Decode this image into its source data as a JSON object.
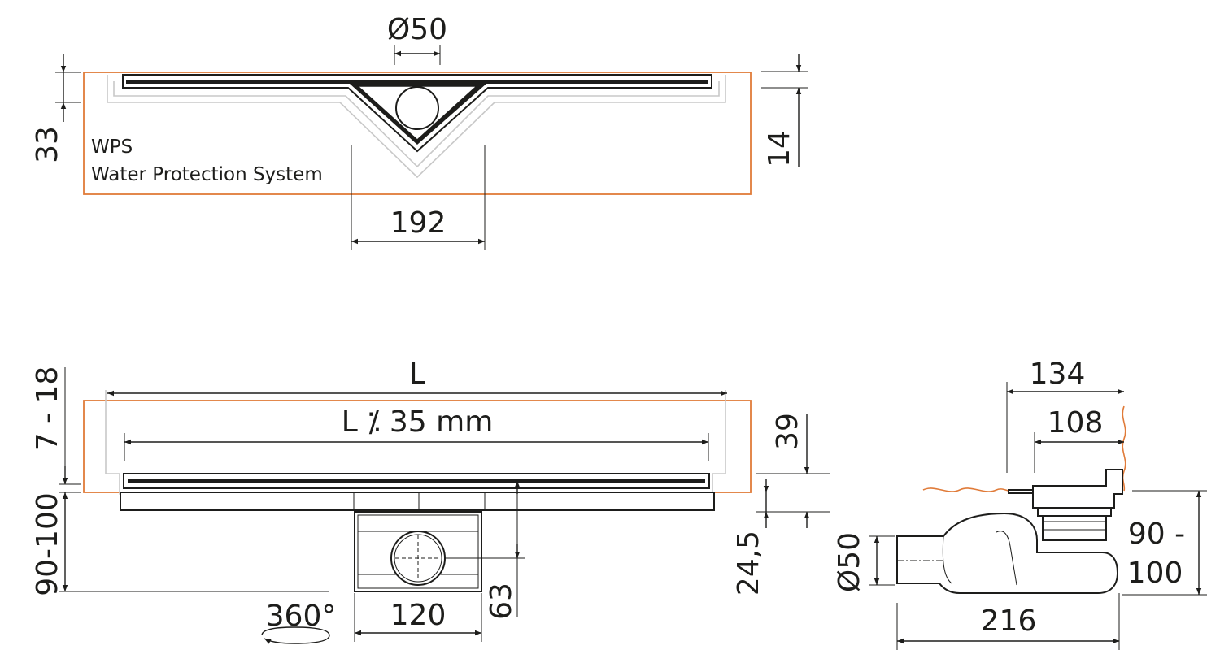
{
  "colors": {
    "accent": "#e07b39",
    "ink": "#1d1d1b",
    "ghost": "#c8c8c8"
  },
  "top_view": {
    "dia_label": "Ø50",
    "height_label": "33",
    "depth_label": "14",
    "width_label": "192",
    "wps_title": "WPS",
    "wps_subtitle": "Water Protection System"
  },
  "side_view": {
    "length_label": "L",
    "inner_length_label": "L ⁒ 35 mm",
    "adjust_label": "7 - 18",
    "base_height_label": "90-100",
    "rotation_label": "360°",
    "outlet_width_label": "120",
    "outlet_height_label": "63",
    "top_height_label": "39",
    "mid_height_label": "24,5"
  },
  "section_view": {
    "width_134": "134",
    "width_108": "108",
    "height_label_line1": "90 -",
    "height_label_line2": "100",
    "dia_label": "Ø50",
    "base_width_label": "216"
  }
}
